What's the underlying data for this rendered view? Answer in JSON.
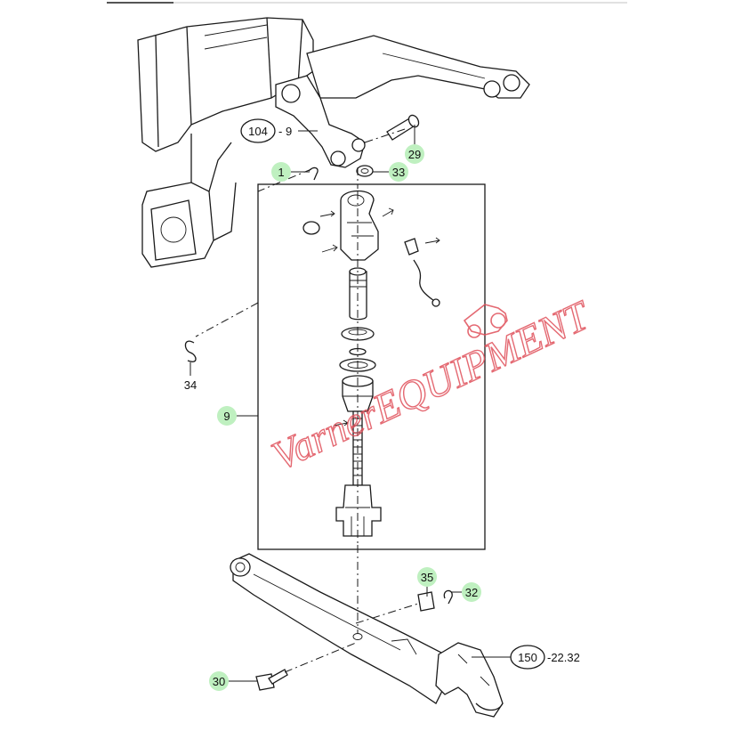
{
  "diagram": {
    "watermark": "VarnerEQUIPMENT",
    "colors": {
      "highlight": "#bff0c0",
      "line": "#1a1a1a",
      "watermark": "#e0505a"
    },
    "callouts": {
      "c104": {
        "number": "104",
        "suffix": "- 9"
      },
      "c29": {
        "number": "29"
      },
      "c1": {
        "number": "1"
      },
      "c33": {
        "number": "33"
      },
      "c34": {
        "number": "34"
      },
      "c9": {
        "number": "9"
      },
      "c35": {
        "number": "35"
      },
      "c32": {
        "number": "32"
      },
      "c150": {
        "number": "150",
        "suffix": "-22.32"
      },
      "c30": {
        "number": "30"
      }
    }
  }
}
